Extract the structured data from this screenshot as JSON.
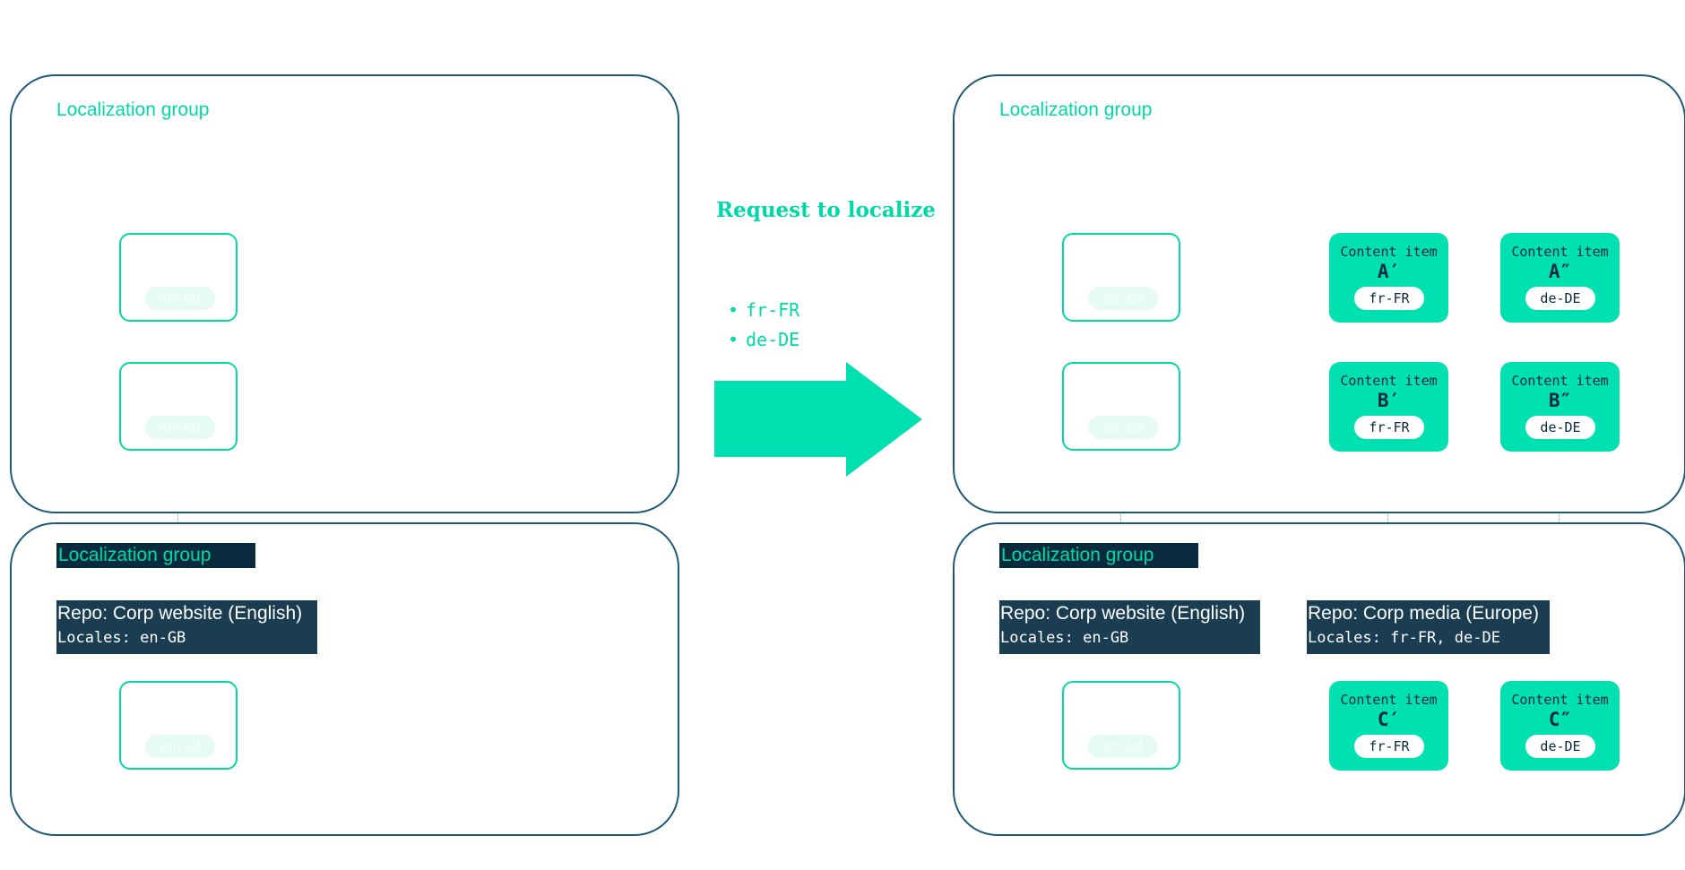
{
  "colors": {
    "accent": "#00e0b0",
    "border": "#1e5a78",
    "repo_bg": "#1a3d52",
    "title_dark_bg": "#0a2a3d"
  },
  "left": {
    "top_group": {
      "title": "Localization group",
      "ghost_items": [
        "en-GB",
        "en-GB"
      ]
    },
    "bottom_group": {
      "title": "Localization group",
      "repo": {
        "name": "Repo: Corp website (English)",
        "locales": "Locales: en-GB"
      },
      "ghost_items": [
        "en-GB"
      ]
    }
  },
  "middle": {
    "title": "Request to localize",
    "locales": [
      "fr-FR",
      "de-DE"
    ],
    "arrow_icon": "right-arrow-icon"
  },
  "right": {
    "top_group": {
      "title": "Localization group",
      "ghost_items": [
        "en-GB",
        "en-GB"
      ],
      "items": [
        {
          "label": "Content item",
          "letter": "A′",
          "locale": "fr-FR"
        },
        {
          "label": "Content item",
          "letter": "A″",
          "locale": "de-DE"
        },
        {
          "label": "Content item",
          "letter": "B′",
          "locale": "fr-FR"
        },
        {
          "label": "Content item",
          "letter": "B″",
          "locale": "de-DE"
        }
      ]
    },
    "bottom_group": {
      "title": "Localization group",
      "repos": [
        {
          "name": "Repo: Corp website (English)",
          "locales": "Locales: en-GB"
        },
        {
          "name": "Repo: Corp media (Europe)",
          "locales": "Locales: fr-FR, de-DE"
        }
      ],
      "ghost_items": [
        "en-GB"
      ],
      "items": [
        {
          "label": "Content item",
          "letter": "C′",
          "locale": "fr-FR"
        },
        {
          "label": "Content item",
          "letter": "C″",
          "locale": "de-DE"
        }
      ]
    }
  }
}
